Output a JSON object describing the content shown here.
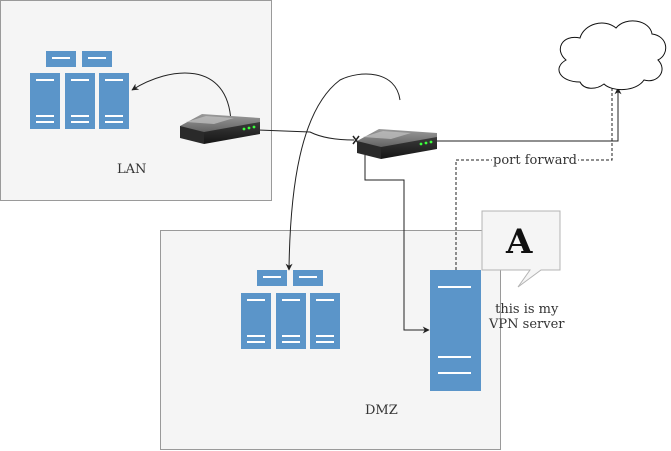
{
  "zones": {
    "lan": {
      "label": "LAN"
    },
    "dmz": {
      "label": "DMZ"
    }
  },
  "edges": {
    "port_forward": {
      "label": "port forward"
    }
  },
  "callout": {
    "letter": "A",
    "note_line1": "this is my",
    "note_line2": "VPN server"
  },
  "icons": {
    "lan_servers": "server-rack-icon",
    "dmz_servers": "server-rack-icon",
    "lan_router": "router-icon",
    "edge_router": "router-icon",
    "vpn_server": "server-tower-icon",
    "internet": "cloud-icon"
  },
  "colors": {
    "server_blue": "#5b95c9",
    "zone_fill": "#f5f5f5",
    "zone_border": "#9a9a9a",
    "router_dark": "#3a3a3a",
    "connector": "#222222"
  }
}
